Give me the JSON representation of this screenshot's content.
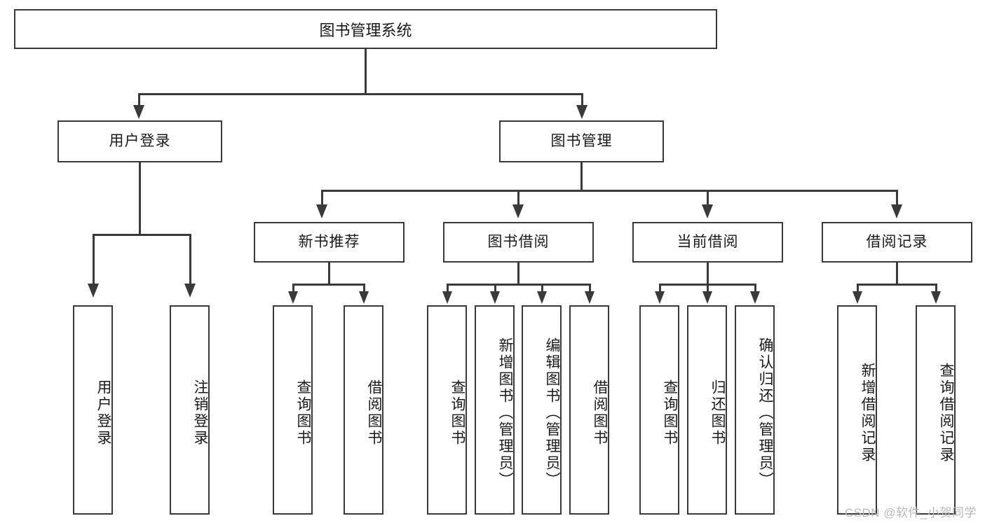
{
  "diagram": {
    "type": "tree-hierarchy",
    "title": "图书管理系统",
    "root": {
      "id": "root",
      "label": "图书管理系统"
    },
    "level2": [
      {
        "id": "user-login",
        "label": "用户登录"
      },
      {
        "id": "book-management",
        "label": "图书管理"
      }
    ],
    "level3": [
      {
        "id": "new-book-recommend",
        "label": "新书推荐",
        "parent": "book-management"
      },
      {
        "id": "book-borrow",
        "label": "图书借阅",
        "parent": "book-management"
      },
      {
        "id": "current-borrow",
        "label": "当前借阅",
        "parent": "book-management"
      },
      {
        "id": "borrow-record",
        "label": "借阅记录",
        "parent": "book-management"
      }
    ],
    "leaves": {
      "user_login": [
        {
          "id": "leaf-user-login",
          "label": "用户登录"
        },
        {
          "id": "leaf-logout-login",
          "label": "注销登录"
        }
      ],
      "new_book_recommend": [
        {
          "id": "leaf-query-book-1",
          "label": "查询图书"
        },
        {
          "id": "leaf-borrow-book-1",
          "label": "借阅图书"
        }
      ],
      "book_borrow": [
        {
          "id": "leaf-query-book-2",
          "label": "查询图书"
        },
        {
          "id": "leaf-add-book",
          "label": "新增图书（管理员）"
        },
        {
          "id": "leaf-edit-book",
          "label": "编辑图书（管理员）"
        },
        {
          "id": "leaf-borrow-book-2",
          "label": "借阅图书"
        }
      ],
      "current_borrow": [
        {
          "id": "leaf-query-book-3",
          "label": "查询图书"
        },
        {
          "id": "leaf-return-book",
          "label": "归还图书"
        },
        {
          "id": "leaf-confirm-return",
          "label": "确认归还（管理员）"
        }
      ],
      "borrow_record": [
        {
          "id": "leaf-add-record",
          "label": "新增借阅记录"
        },
        {
          "id": "leaf-query-record",
          "label": "查询借阅记录"
        }
      ]
    },
    "colors": {
      "stroke": "#3a3a3a",
      "fill": "#ffffff",
      "text": "#1a1a1a",
      "watermark": "#b9b9b9"
    }
  },
  "watermark": {
    "text": "CSDN @软件_小贺同学"
  }
}
